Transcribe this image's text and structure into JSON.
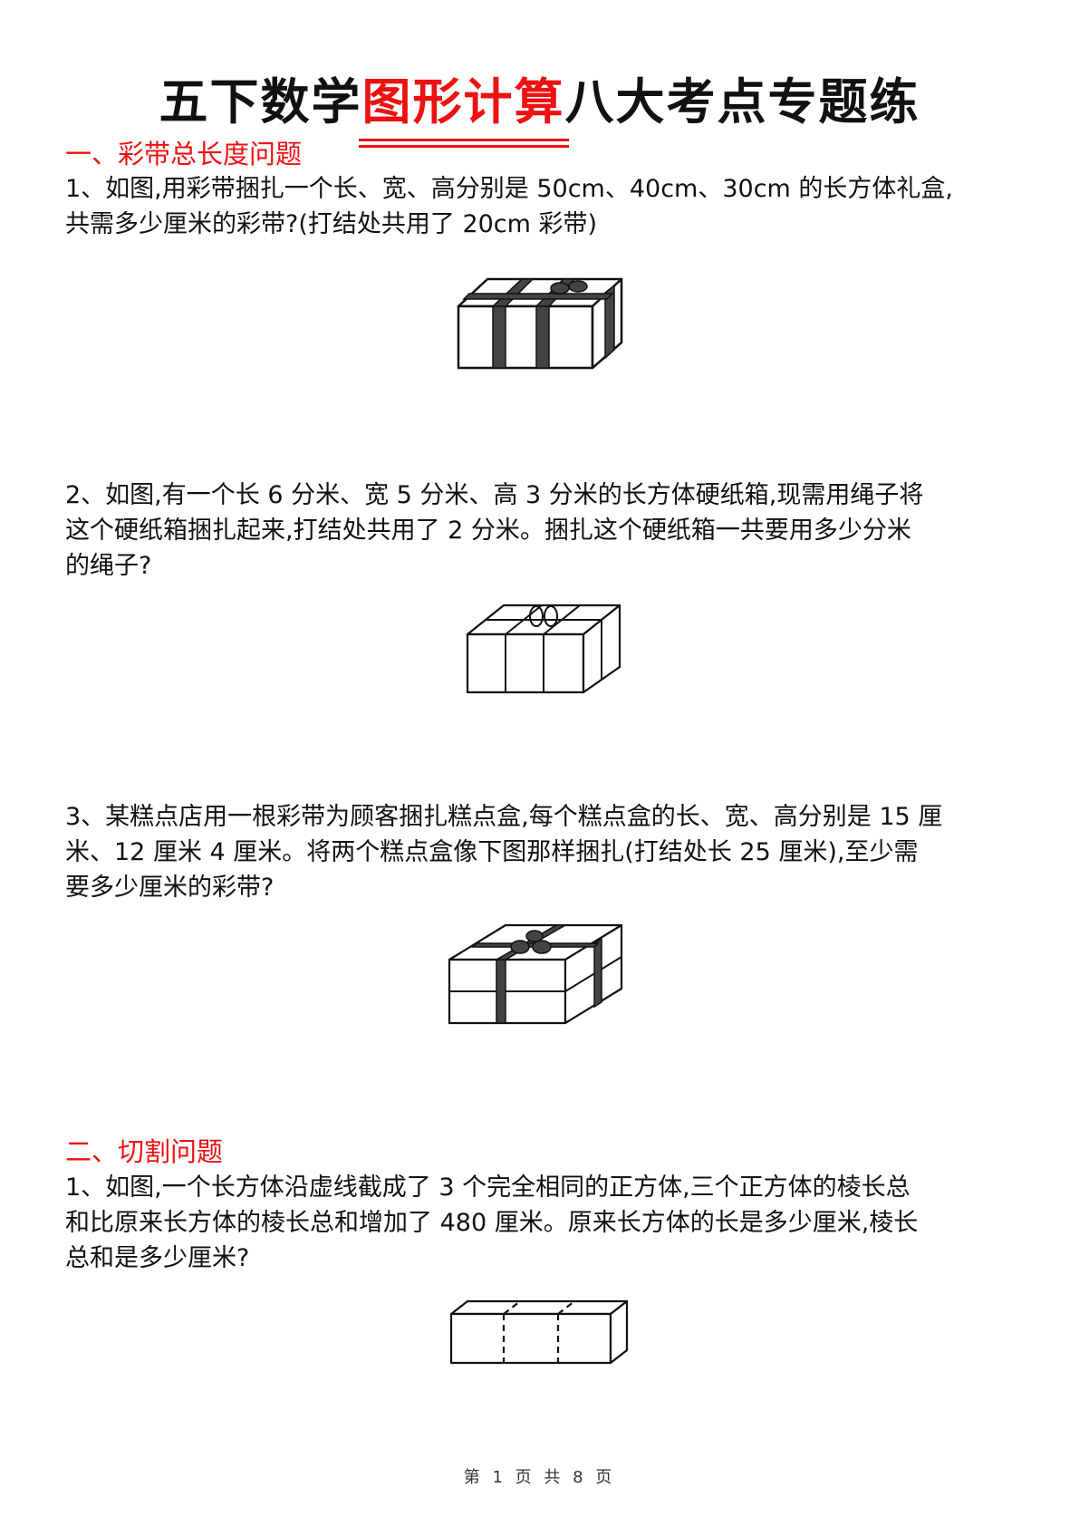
{
  "title": {
    "prefix": "五下数学",
    "highlight": "图形计算",
    "suffix": "八大考点专题练",
    "highlight_color": "#ee1111"
  },
  "sections": [
    {
      "heading": "一、彩带总长度问题",
      "questions": [
        {
          "lines": [
            "1、如图,用彩带捆扎一个长、宽、高分别是 50cm、40cm、30cm 的长方体礼盒,",
            "共需多少厘米的彩带?(打结处共用了 20cm 彩带)"
          ],
          "figure": "gift-box-ribbon-cross"
        },
        {
          "lines": [
            "2、如图,有一个长 6 分米、宽 5 分米、高 3 分米的长方体硬纸箱,现需用绳子将",
            "这个硬纸箱捆扎起来,打结处共用了 2 分米。捆扎这个硬纸箱一共要用多少分米",
            "的绳子?"
          ],
          "figure": "box-with-string"
        },
        {
          "lines": [
            "3、某糕点店用一根彩带为顾客捆扎糕点盒,每个糕点盒的长、宽、高分别是 15 厘",
            "米、12 厘米 4 厘米。将两个糕点盒像下图那样捆扎(打结处长 25 厘米),至少需",
            "要多少厘米的彩带?"
          ],
          "figure": "two-stacked-cake-boxes"
        }
      ]
    },
    {
      "heading": "二、切割问题",
      "questions": [
        {
          "lines": [
            "1、如图,一个长方体沿虚线截成了 3 个完全相同的正方体,三个正方体的棱长总",
            "和比原来长方体的棱长总和增加了 480 厘米。原来长方体的长是多少厘米,棱长",
            "总和是多少厘米?"
          ],
          "figure": "cuboid-dashed-cut"
        }
      ]
    }
  ],
  "footer": "第 1 页 共 8 页"
}
